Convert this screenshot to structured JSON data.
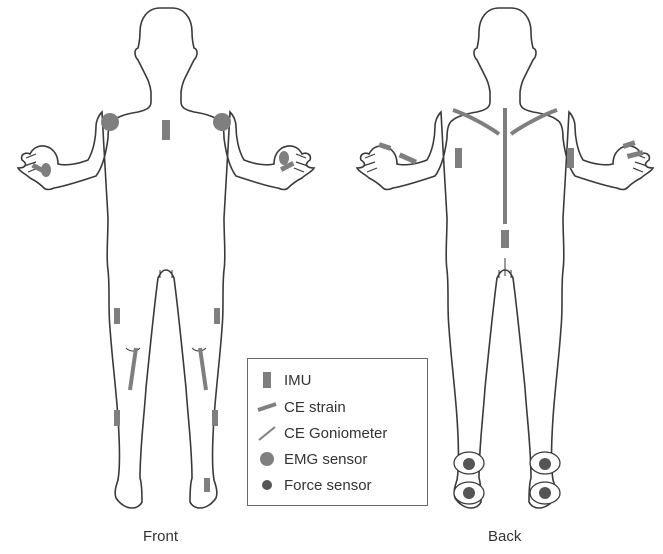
{
  "captions": {
    "front": "Front",
    "back": "Back"
  },
  "legend": {
    "items": [
      {
        "label": "IMU",
        "icon": "imu-icon"
      },
      {
        "label": "CE strain",
        "icon": "ce-strain-icon"
      },
      {
        "label": "CE Goniometer",
        "icon": "ce-goniometer-icon"
      },
      {
        "label": "EMG sensor",
        "icon": "emg-sensor-icon"
      },
      {
        "label": "Force sensor",
        "icon": "force-sensor-icon"
      }
    ]
  },
  "colors": {
    "outline": "#3a3a3a",
    "sensor": "#7f7f7f",
    "text": "#333333",
    "background": "#ffffff"
  }
}
